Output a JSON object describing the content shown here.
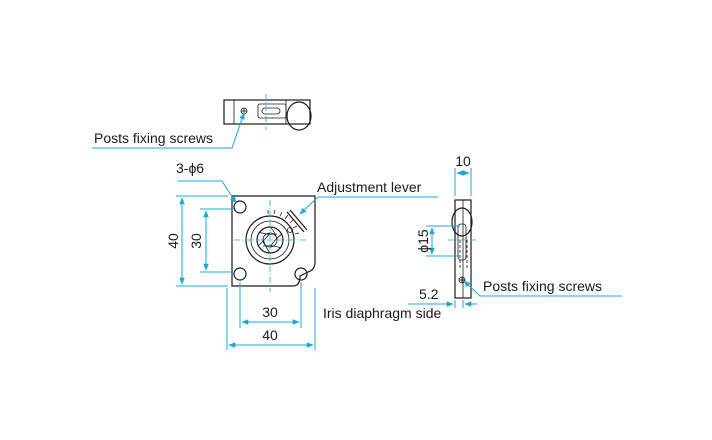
{
  "colors": {
    "dimension": "#1aa7d9",
    "outline": "#1a1a1a",
    "background": "#ffffff"
  },
  "labels": {
    "posts_fixing_screws_top": "Posts fixing screws",
    "holes": "3-ϕ6",
    "adjustment_lever": "Adjustment lever",
    "posts_fixing_screws_side": "Posts fixing screws",
    "iris_side": "Iris diaphragm side"
  },
  "dimensions": {
    "height_outer": "40",
    "height_inner": "30",
    "width_inner": "30",
    "width_outer": "40",
    "side_thickness": "10",
    "aperture_diameter": "ϕ15",
    "side_offset": "5.2"
  }
}
